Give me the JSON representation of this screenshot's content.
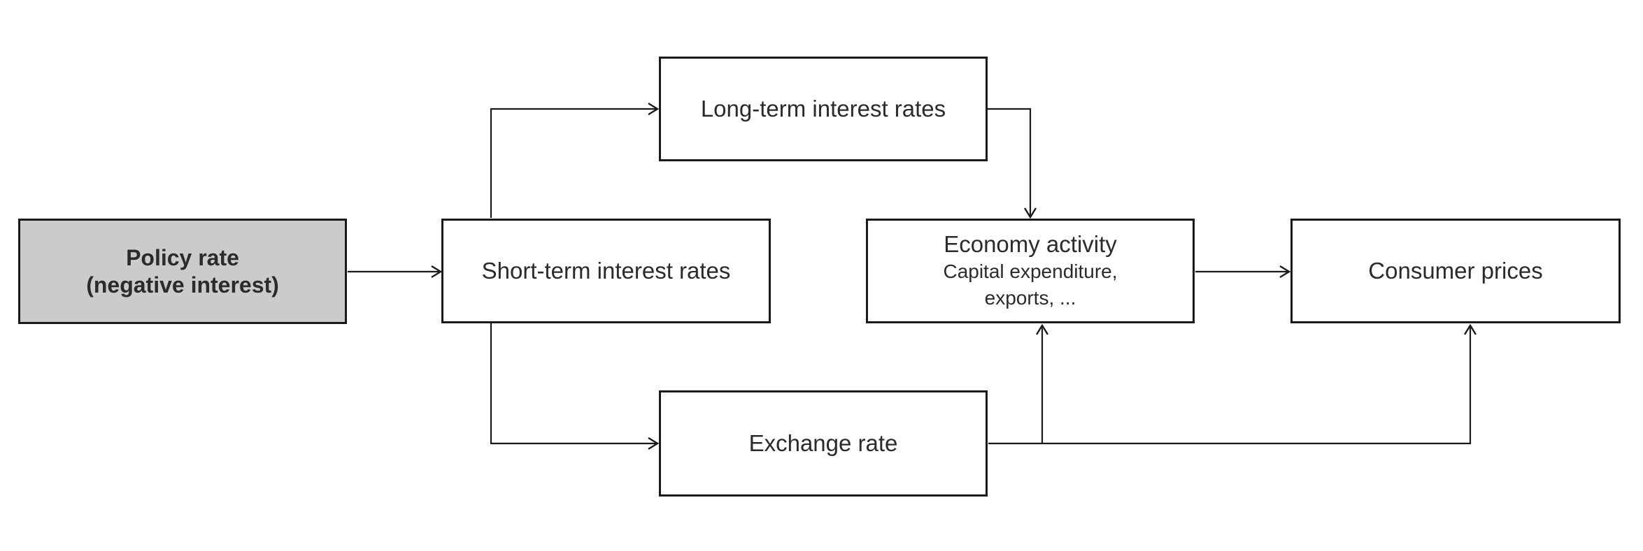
{
  "diagram": {
    "description": "Monetary policy transmission flowchart",
    "colors": {
      "background": "#ffffff",
      "box_border": "#1a1a1a",
      "text": "#2b2b2b",
      "policy_box_fill": "#cbcbcb",
      "connector": "#1a1a1a"
    },
    "nodes": {
      "policy": {
        "line1": "Policy rate",
        "line2": "(negative interest)"
      },
      "short": {
        "label": "Short-term interest rates"
      },
      "long": {
        "label": "Long-term interest rates"
      },
      "exchange": {
        "label": "Exchange rate"
      },
      "economy": {
        "line1": "Economy activity",
        "line2": "Capital expenditure,",
        "line3": "exports, ..."
      },
      "consumer": {
        "label": "Consumer prices"
      }
    },
    "edges": [
      {
        "from": "Policy rate (negative interest)",
        "to": "Short-term interest rates"
      },
      {
        "from": "Short-term interest rates",
        "to": "Long-term interest rates"
      },
      {
        "from": "Short-term interest rates",
        "to": "Exchange rate"
      },
      {
        "from": "Long-term interest rates",
        "to": "Economy activity"
      },
      {
        "from": "Economy activity",
        "to": "Consumer prices"
      },
      {
        "from": "Exchange rate",
        "to": "Economy activity"
      },
      {
        "from": "Exchange rate",
        "to": "Consumer prices"
      }
    ]
  }
}
